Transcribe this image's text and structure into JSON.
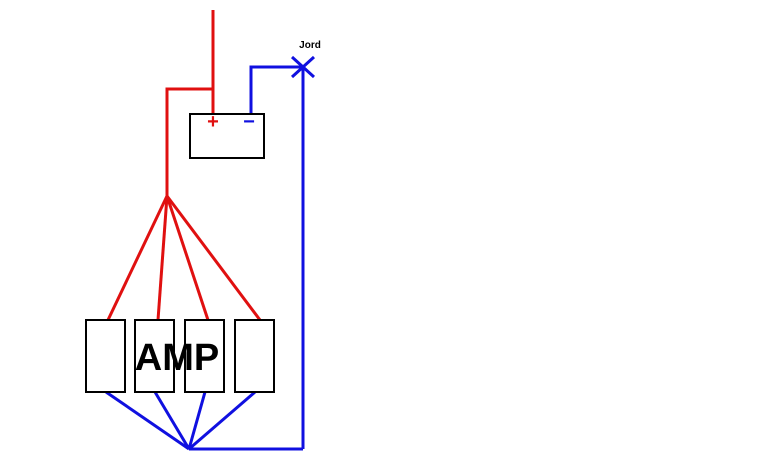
{
  "diagram": {
    "ground_label": "Jord",
    "amp_label": "AMP",
    "battery": {
      "positive_symbol": "+",
      "negative_symbol": "−"
    },
    "amplifier_count": 4,
    "colors": {
      "positive_wire": "#e01010",
      "negative_wire": "#1010e0",
      "outline": "#000000",
      "background": "#ffffff"
    }
  }
}
